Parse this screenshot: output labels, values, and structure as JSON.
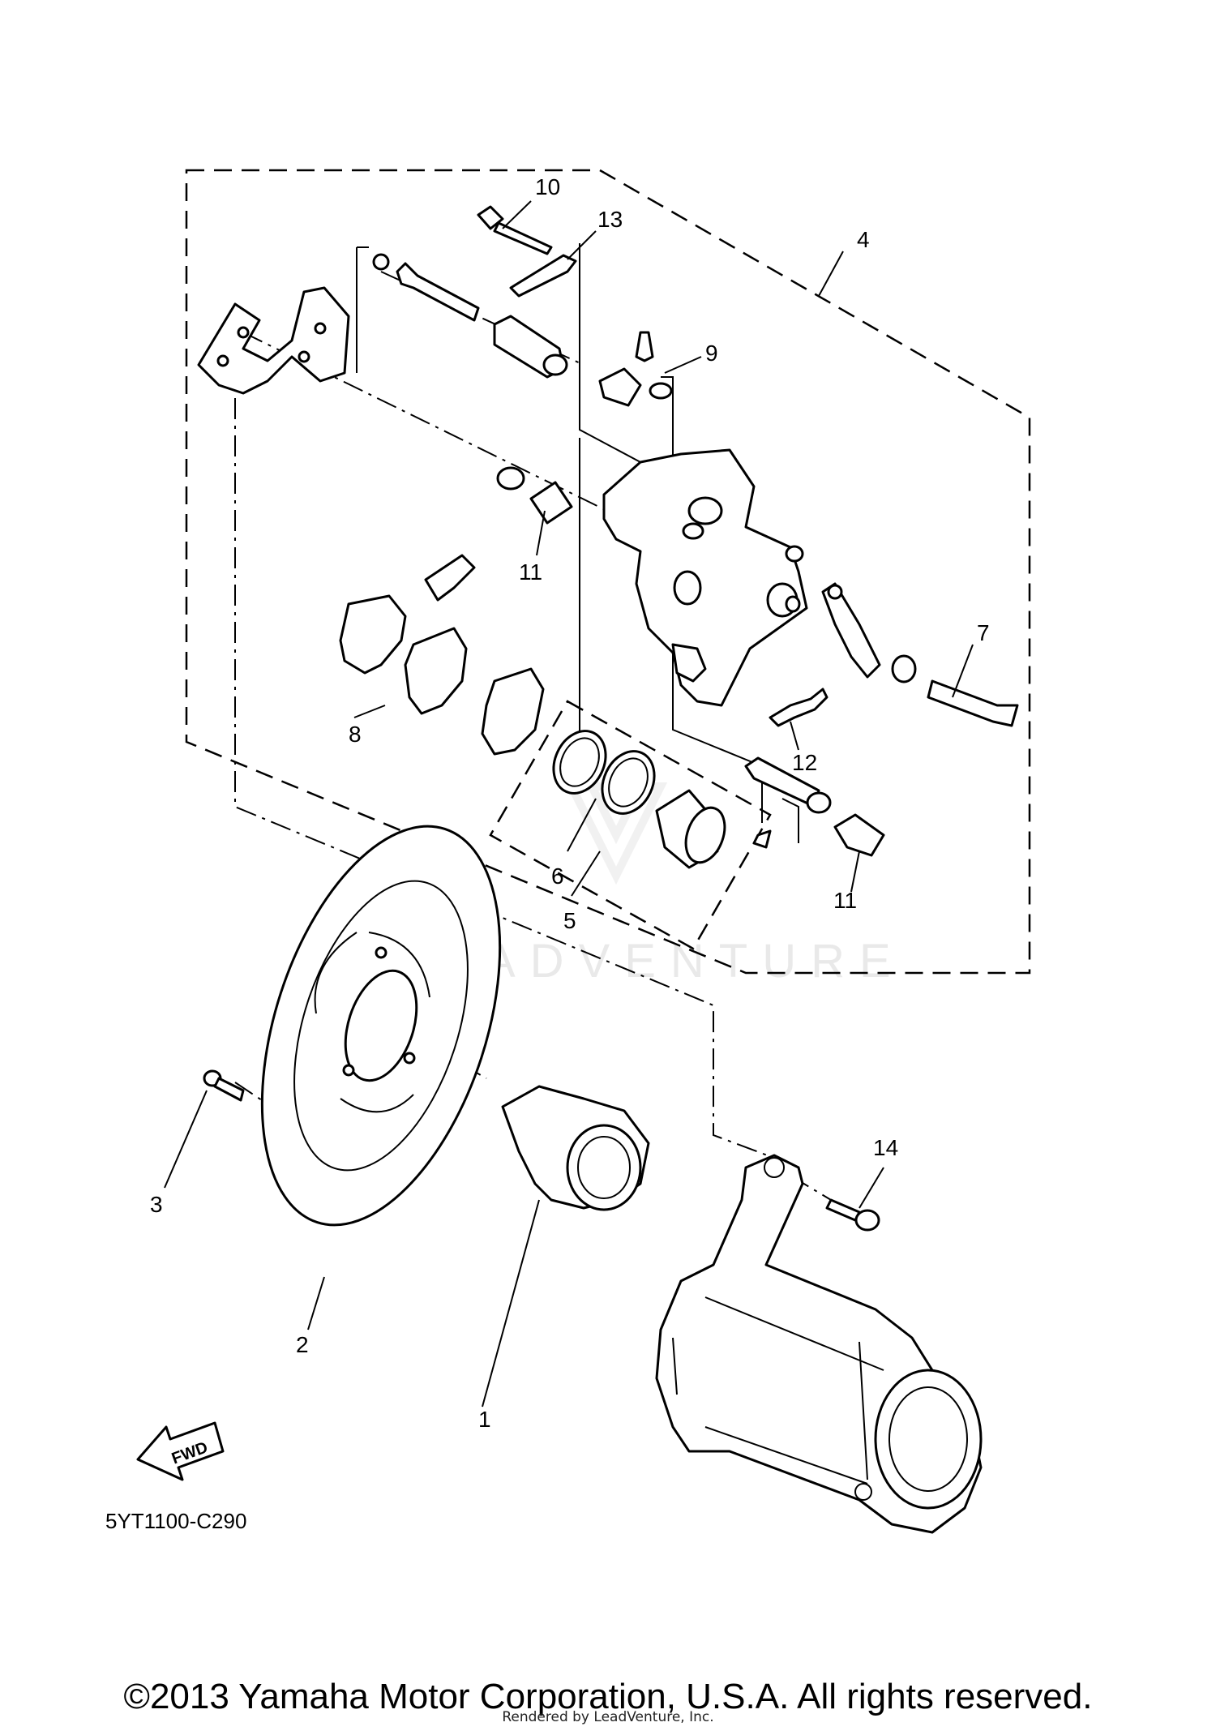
{
  "callouts": [
    "1",
    "2",
    "3",
    "4",
    "5",
    "6",
    "7",
    "8",
    "9",
    "10",
    "11",
    "11",
    "12",
    "13",
    "14"
  ],
  "fwd_label": "FWD",
  "diagram_code": "5YT1100-C290",
  "watermark": "LEADVENTURE",
  "copyright": "©2013 Yamaha Motor Corporation, U.S.A. All rights reserved.",
  "rendered_by": "Rendered by LeadVenture, Inc."
}
